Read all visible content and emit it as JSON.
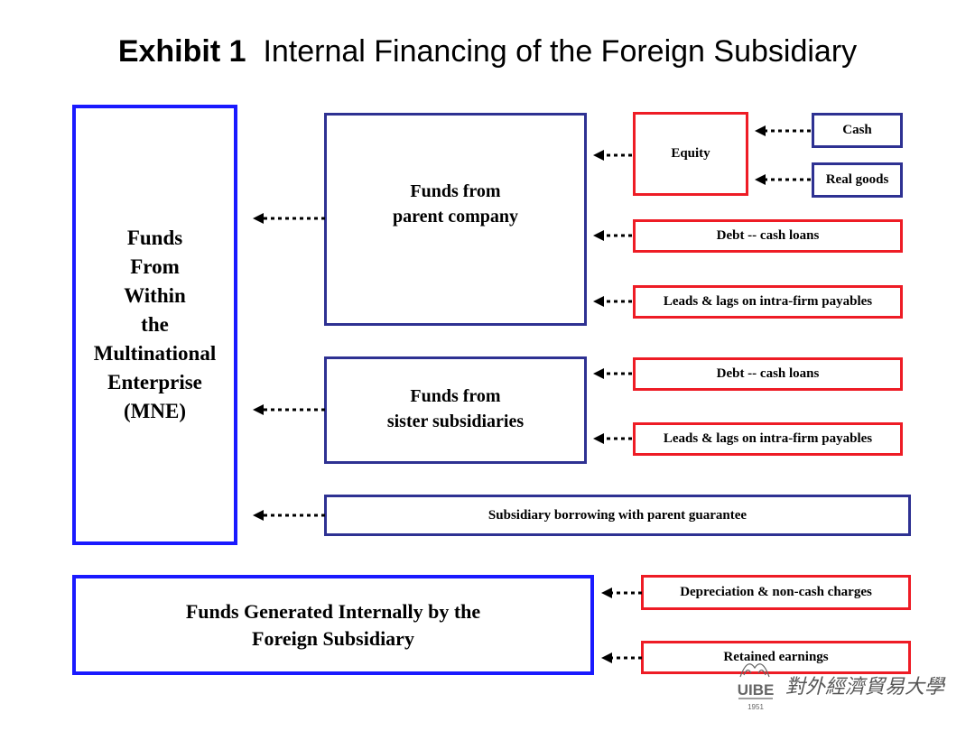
{
  "title": {
    "bold": "Exhibit 1",
    "rest": "Internal Financing of the Foreign Subsidiary"
  },
  "mne_box": {
    "label": "Funds\nFrom\nWithin\nthe\nMultinational\nEnterprise\n(MNE)"
  },
  "parent_box": {
    "label": "Funds from\nparent company"
  },
  "sister_box": {
    "label": "Funds from\nsister subsidiaries"
  },
  "guarantee_box": {
    "label": "Subsidiary borrowing with parent guarantee"
  },
  "internal_box": {
    "label": "Funds Generated Internally by the\nForeign Subsidiary"
  },
  "equity_box": {
    "label": "Equity"
  },
  "cash_box": {
    "label": "Cash"
  },
  "real_goods_box": {
    "label": "Real goods"
  },
  "parent_debt_box": {
    "label": "Debt -- cash loans"
  },
  "parent_leads_box": {
    "label": "Leads & lags on intra-firm payables"
  },
  "sister_debt_box": {
    "label": "Debt -- cash loans"
  },
  "sister_leads_box": {
    "label": "Leads & lags on intra-firm payables"
  },
  "depreciation_box": {
    "label": "Depreciation & non-cash charges"
  },
  "retained_box": {
    "label": "Retained earnings"
  },
  "logo": {
    "mark": "UIBE",
    "year": "1951",
    "name": "對外經濟貿易大學"
  },
  "colors": {
    "navy": "#2e3192",
    "blue": "#1a1aff",
    "red": "#ee1c25"
  }
}
